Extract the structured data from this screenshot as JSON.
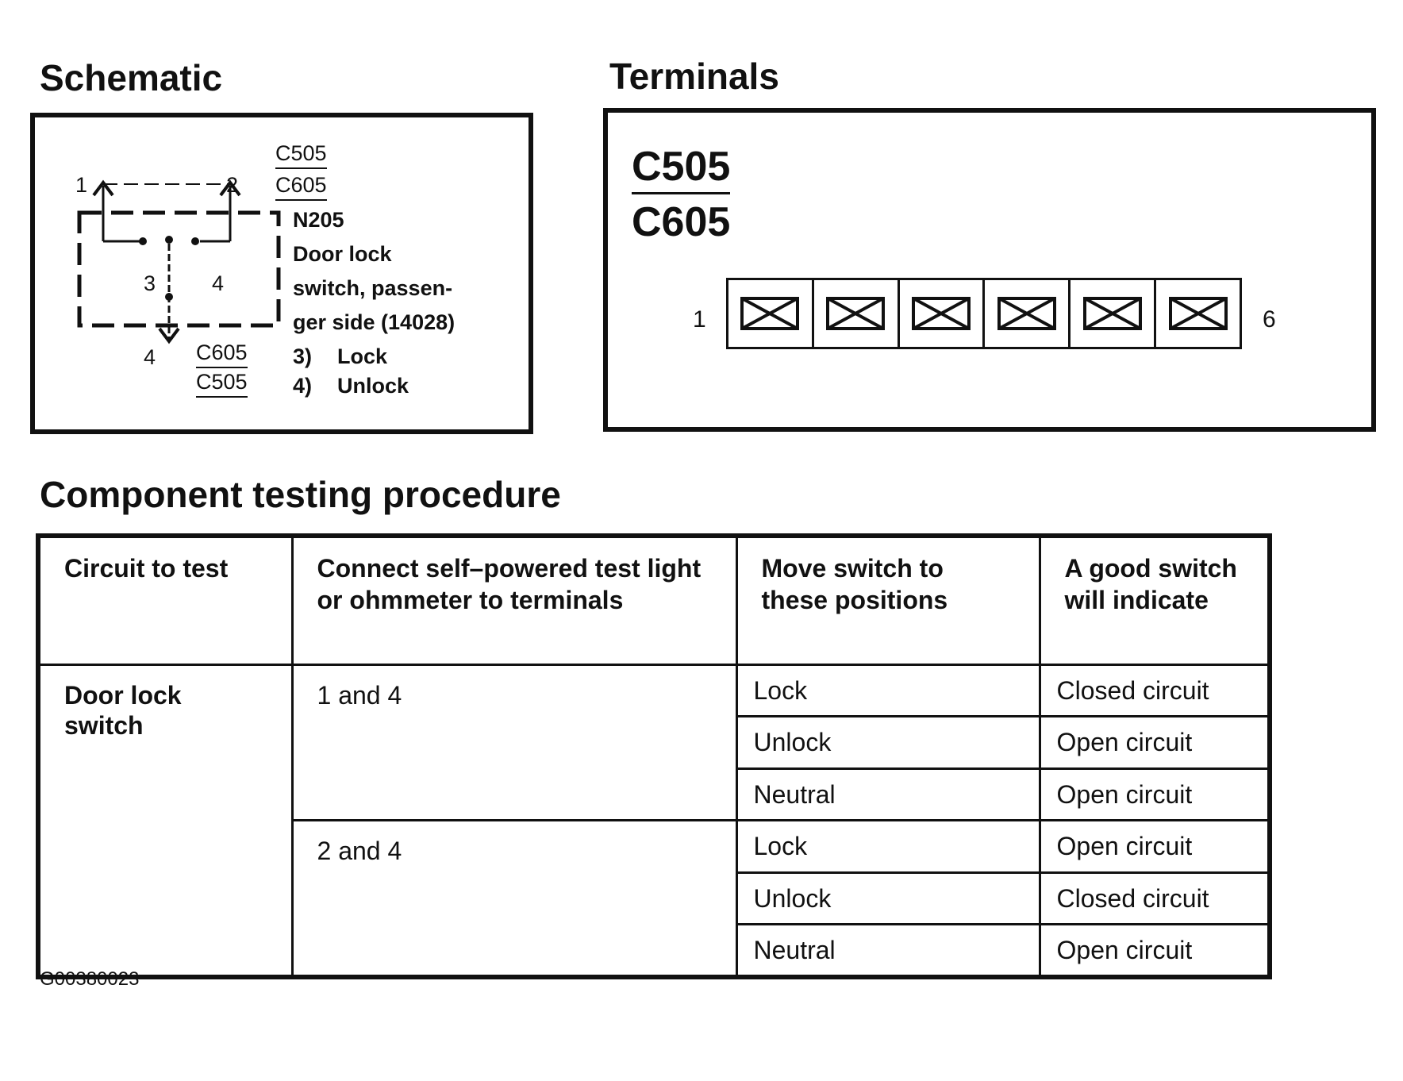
{
  "schematic": {
    "heading": "Schematic",
    "top_connector": [
      "C505",
      "C605"
    ],
    "bottom_connector": [
      "C605",
      "C505"
    ],
    "pins": {
      "p1": "1",
      "p2": "2",
      "p3": "3",
      "p4": "4",
      "p4_bottom": "4"
    },
    "desc": [
      "N205",
      "Door lock",
      "switch, passen-",
      "ger side (14028)"
    ],
    "legend": [
      {
        "num": "3)",
        "label": "Lock"
      },
      {
        "num": "4)",
        "label": "Unlock"
      }
    ]
  },
  "terminals": {
    "heading": "Terminals",
    "connector_top": "C505",
    "connector_bottom": "C605",
    "first_pin": "1",
    "last_pin": "6",
    "pin_count": 6
  },
  "procedure": {
    "heading": "Component testing procedure",
    "headers": [
      "Circuit to test",
      "Connect self–powered test light or ohmmeter to terminals",
      "Move switch to these positions",
      "A good switch will indicate"
    ],
    "circuit": "Door lock switch",
    "groups": [
      {
        "terminals": "1 and 4",
        "rows": [
          {
            "position": "Lock",
            "result": "Closed circuit"
          },
          {
            "position": "Unlock",
            "result": "Open circuit"
          },
          {
            "position": "Neutral",
            "result": "Open circuit"
          }
        ]
      },
      {
        "terminals": "2 and 4",
        "rows": [
          {
            "position": "Lock",
            "result": "Open circuit"
          },
          {
            "position": "Unlock",
            "result": "Closed circuit"
          },
          {
            "position": "Neutral",
            "result": "Open circuit"
          }
        ]
      }
    ]
  },
  "figure_code": "G00380023"
}
